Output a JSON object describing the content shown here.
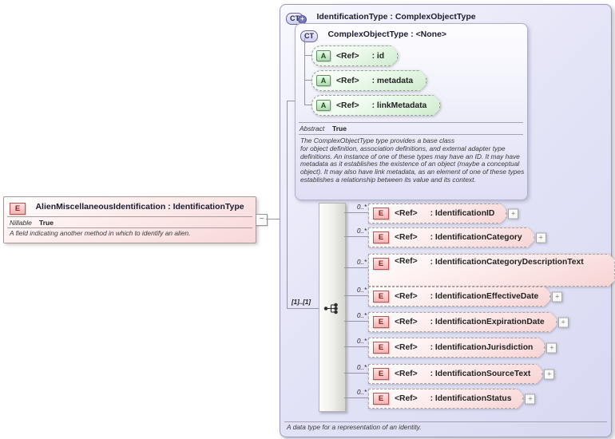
{
  "icons": {
    "element": "E",
    "attribute": "A",
    "complex_type": "CT",
    "expand": "+",
    "collapse": "−"
  },
  "colors": {
    "element_pink": "#f8d4d4",
    "attribute_green": "#cfeccf",
    "type_lavender": "#d8d8f2"
  },
  "element_box": {
    "title": "AlienMiscellaneousIdentification : IdentificationType",
    "nillable_label": "Nillable",
    "nillable_value": "True",
    "description": "A field indicating another method in which to identify an alien."
  },
  "type_box": {
    "title": "IdentificationType : ComplexObjectType",
    "annotation": "A data type for a representation of an identity.",
    "base_type": {
      "title": "ComplexObjectType : <None>",
      "attributes": [
        {
          "ref": "<Ref>",
          "name": ": id"
        },
        {
          "ref": "<Ref>",
          "name": ": metadata"
        },
        {
          "ref": "<Ref>",
          "name": ": linkMetadata"
        }
      ],
      "abstract_label": "Abstract",
      "abstract_value": "True",
      "description_line1": "The ComplexObjectType type provides a base class",
      "description_rest": "for object definition, association definitions, and external adapter type definitions. An instance of one of these types may have an ID. It may have metadata as it establishes the existence of an object (maybe a conceptual object). It may also have link metadata, as an element of one of these types establishes a relationship between its value and its context."
    },
    "sequence_cardinality": "[1]..[1]",
    "elements": [
      {
        "cardinality": "0..*",
        "ref": "<Ref>",
        "name": ": IdentificationID"
      },
      {
        "cardinality": "0..*",
        "ref": "<Ref>",
        "name": ": IdentificationCategory"
      },
      {
        "cardinality": "0..*",
        "ref": "<Ref>",
        "name": ": IdentificationCategoryDescriptionText"
      },
      {
        "cardinality": "0..*",
        "ref": "<Ref>",
        "name": ": IdentificationEffectiveDate"
      },
      {
        "cardinality": "0..*",
        "ref": "<Ref>",
        "name": ": IdentificationExpirationDate"
      },
      {
        "cardinality": "0..*",
        "ref": "<Ref>",
        "name": ": IdentificationJurisdiction"
      },
      {
        "cardinality": "0..*",
        "ref": "<Ref>",
        "name": ": IdentificationSourceText"
      },
      {
        "cardinality": "0..*",
        "ref": "<Ref>",
        "name": ": IdentificationStatus"
      }
    ]
  }
}
